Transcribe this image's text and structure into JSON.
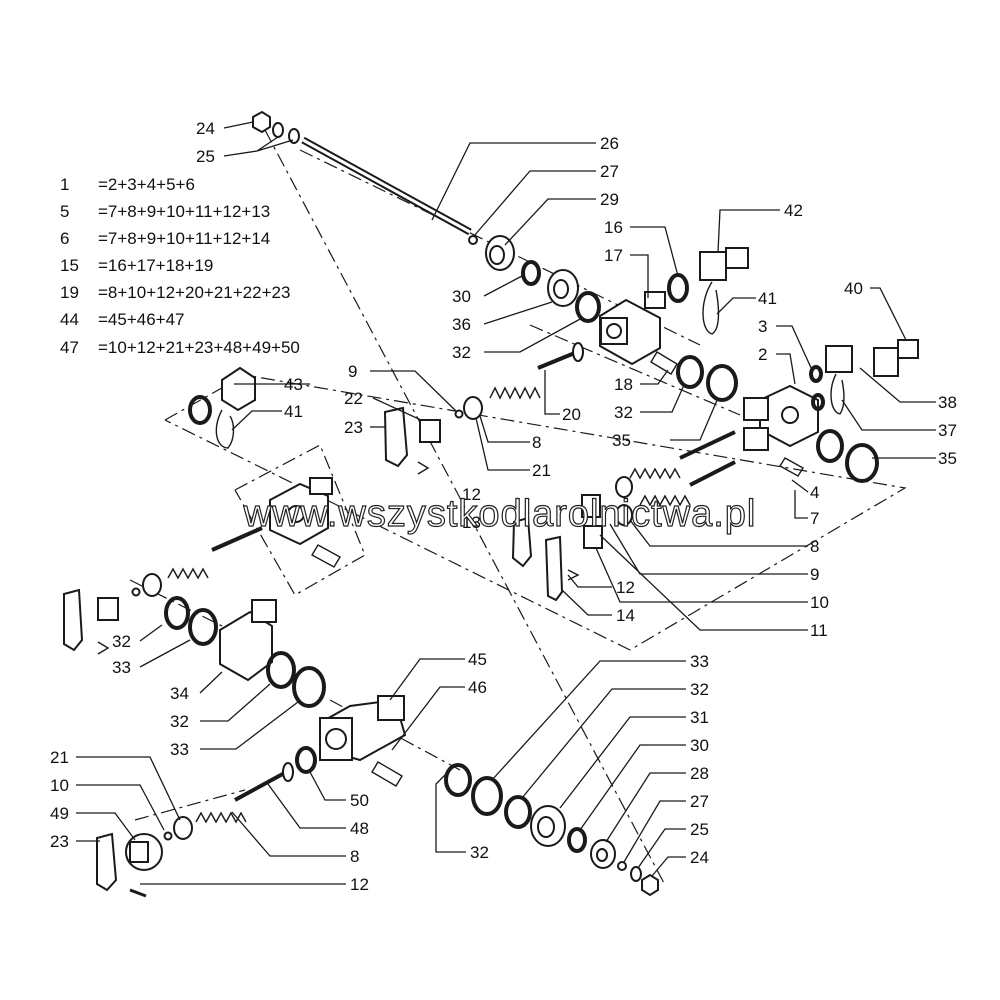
{
  "legend": [
    {
      "id": "1",
      "formula": "=2+3+4+5+6"
    },
    {
      "id": "5",
      "formula": "=7+8+9+10+11+12+13"
    },
    {
      "id": "6",
      "formula": "=7+8+9+10+11+12+14"
    },
    {
      "id": "15",
      "formula": "=16+17+18+19"
    },
    {
      "id": "19",
      "formula": "=8+10+12+20+21+22+23"
    },
    {
      "id": "44",
      "formula": "=45+46+47"
    },
    {
      "id": "47",
      "formula": "=10+12+21+23+48+49+50"
    }
  ],
  "callouts": [
    "24",
    "25",
    "26",
    "27",
    "29",
    "16",
    "17",
    "42",
    "30",
    "36",
    "32",
    "41",
    "40",
    "3",
    "2",
    "9",
    "22",
    "23",
    "43",
    "41",
    "18",
    "20",
    "32",
    "35",
    "38",
    "37",
    "35",
    "8",
    "21",
    "12",
    "13",
    "4",
    "7",
    "8",
    "9",
    "10",
    "11",
    "12",
    "14",
    "32",
    "33",
    "34",
    "32",
    "33",
    "45",
    "46",
    "50",
    "48",
    "8",
    "12",
    "21",
    "10",
    "49",
    "23",
    "33",
    "32",
    "31",
    "30",
    "28",
    "27",
    "25",
    "24",
    "32"
  ],
  "watermark": "www.wszystkodlarolnictwa.pl"
}
